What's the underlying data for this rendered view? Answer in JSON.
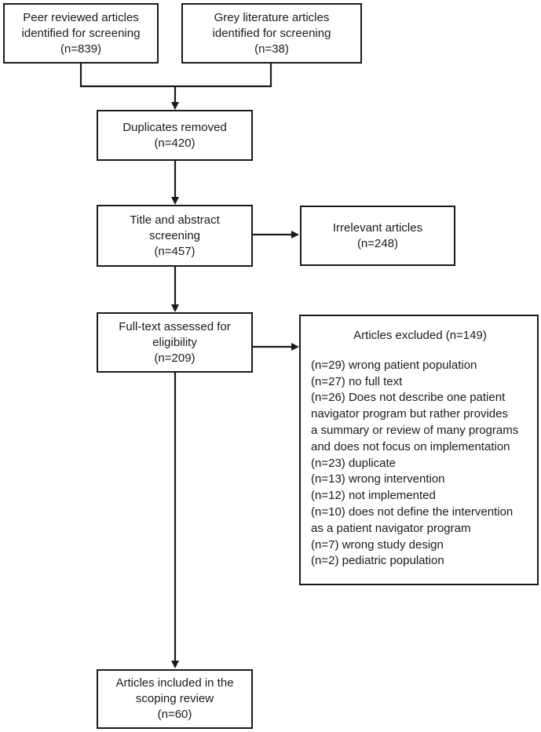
{
  "nodes": {
    "peer_reviewed": {
      "lines": [
        "Peer reviewed articles",
        "identified for screening",
        "(n=839)"
      ]
    },
    "grey_literature": {
      "lines": [
        "Grey literature articles",
        "identified for screening",
        "(n=38)"
      ]
    },
    "duplicates": {
      "lines": [
        "Duplicates removed",
        "(n=420)"
      ]
    },
    "title_abstract": {
      "lines": [
        "Title and abstract",
        "screening",
        "(n=457)"
      ]
    },
    "irrelevant": {
      "lines": [
        "Irrelevant articles",
        "(n=248)"
      ]
    },
    "full_text": {
      "lines": [
        "Full-text assessed for",
        "eligibility",
        "(n=209)"
      ]
    },
    "excluded": {
      "title": "Articles excluded (n=149)",
      "items": [
        "(n=29) wrong patient population",
        "(n=27) no full text",
        "(n=26) Does not describe one patient",
        "navigator program but rather provides",
        "a summary or review of many programs",
        "and does not focus on implementation",
        "(n=23) duplicate",
        "(n=13) wrong intervention",
        "(n=12) not implemented",
        "(n=10) does not define the intervention",
        "as a patient navigator program",
        "(n=7) wrong study design",
        "(n=2) pediatric population"
      ]
    },
    "included": {
      "lines": [
        "Articles included in the",
        "scoping review",
        "(n=60)"
      ]
    }
  },
  "colors": {
    "stroke": "#1a1a1a",
    "background": "#ffffff"
  }
}
